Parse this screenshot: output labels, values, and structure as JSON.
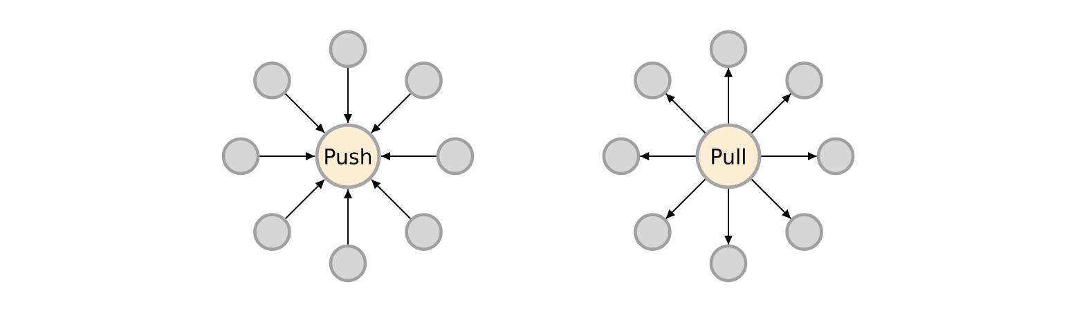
{
  "page": {
    "background_color": "#ffffff",
    "description": "Push vs Pull hub-and-spoke comparison diagram"
  },
  "styles": {
    "hub_fill": "#FBEED5",
    "hub_stroke": "#A6A6A6",
    "satellite_fill": "#D6D6D6",
    "satellite_stroke": "#A0A0A0",
    "arrow_color": "#000000"
  },
  "diagrams": [
    {
      "id": "push",
      "label": "Push",
      "arrow_direction": "inward",
      "satellite_count": 8
    },
    {
      "id": "pull",
      "label": "Pull",
      "arrow_direction": "outward",
      "satellite_count": 8
    }
  ]
}
